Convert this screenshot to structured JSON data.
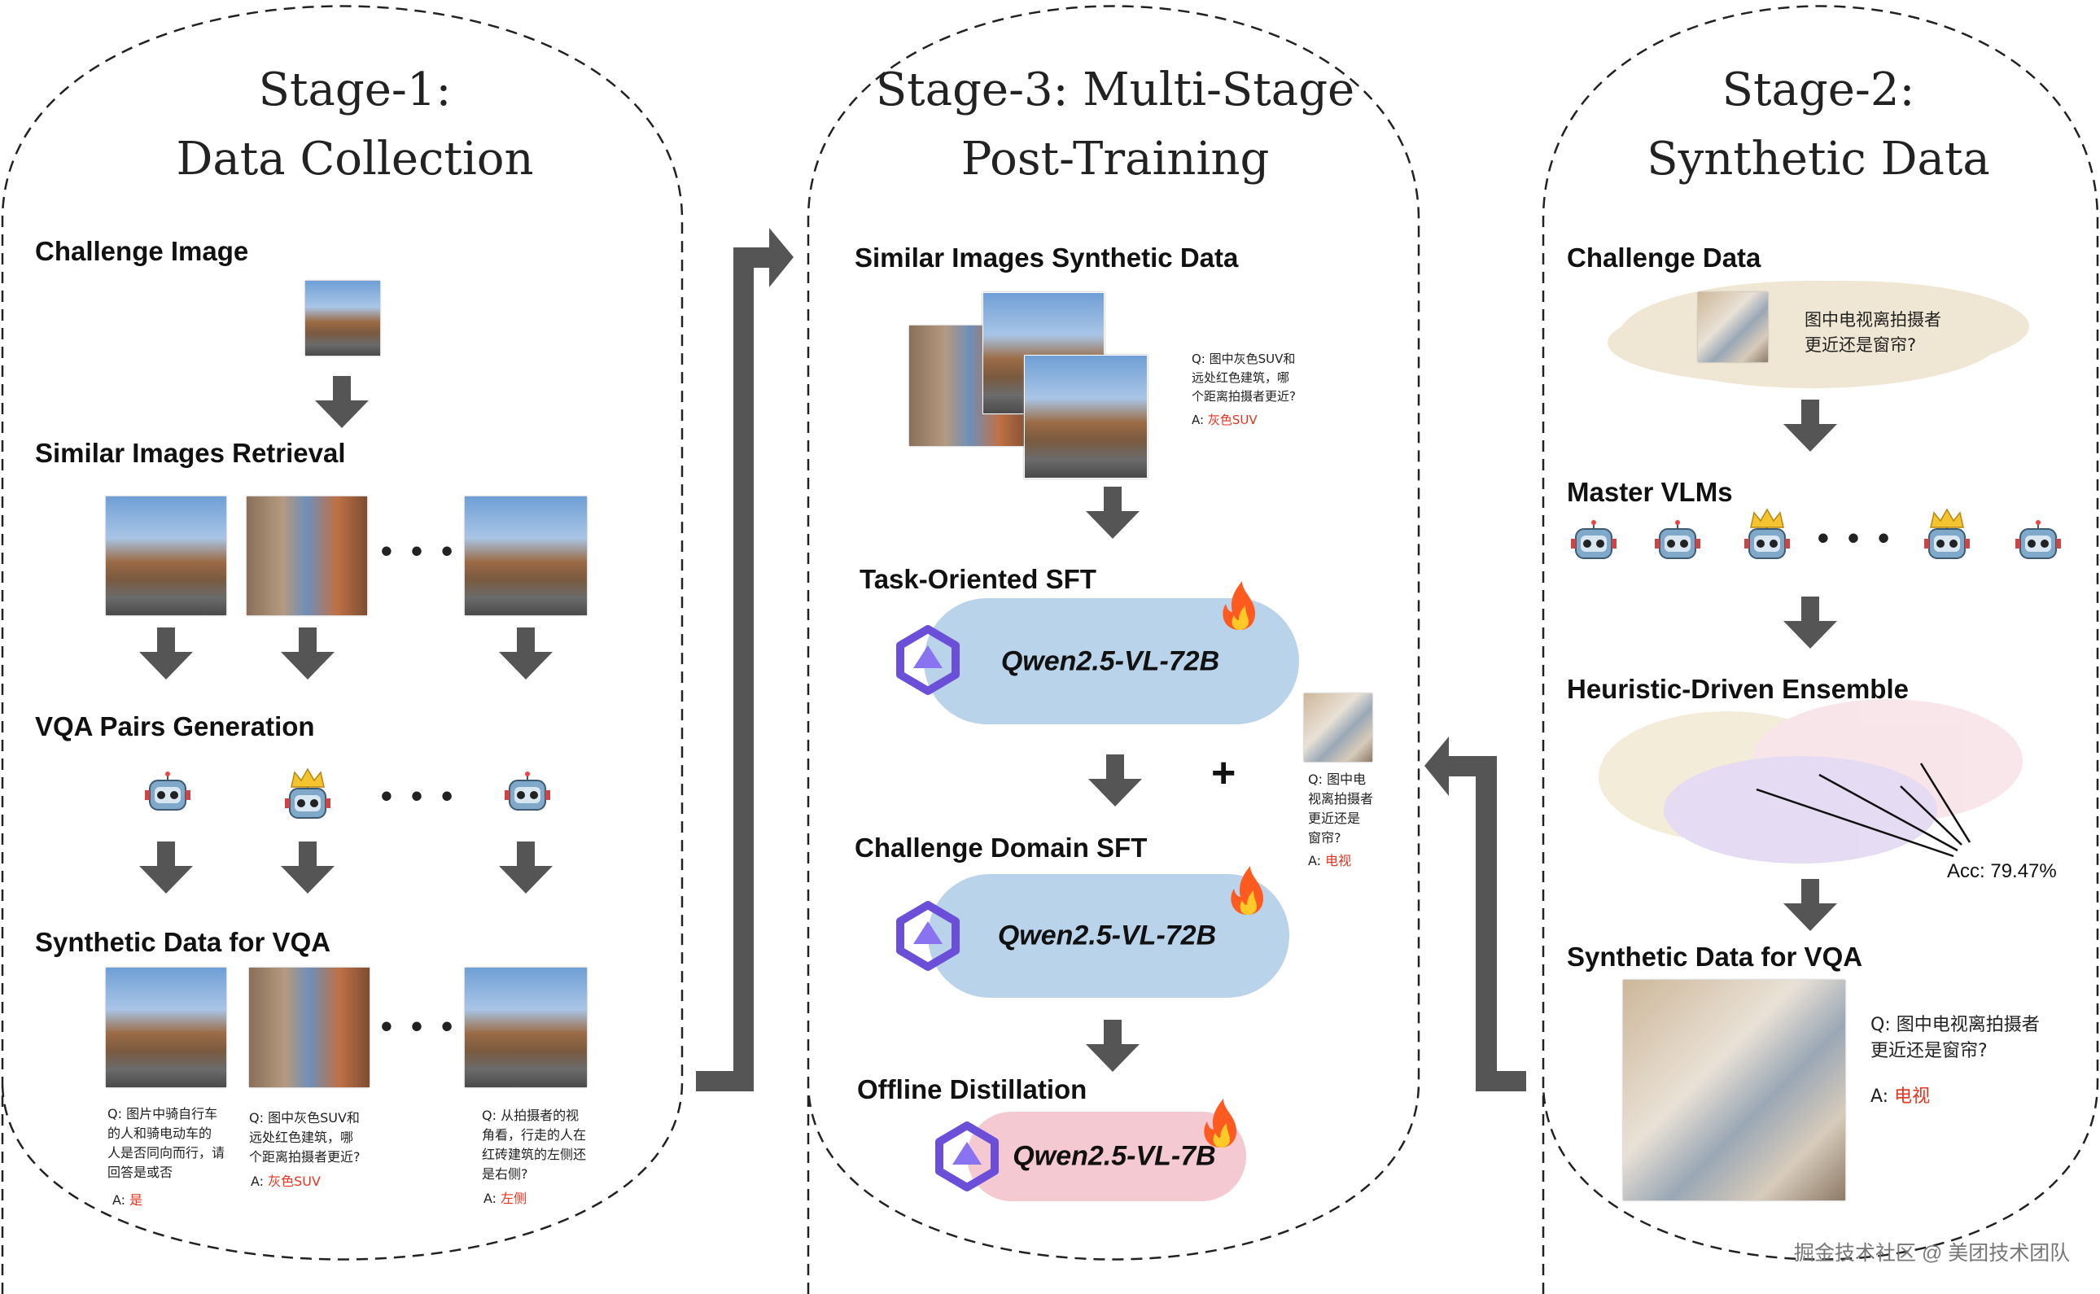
{
  "stage1": {
    "title_line1": "Stage-1:",
    "title_line2": "Data Collection",
    "challenge_image": "Challenge Image",
    "retrieval": "Similar Images Retrieval",
    "vqa_gen": "VQA Pairs Generation",
    "synthetic": "Synthetic Data for VQA",
    "ellipsis": "• • •",
    "qa": [
      {
        "q": "Q: 图片中骑自行车\n的人和骑电动车的\n人是否同向而行，请\n回答是或否",
        "a_label": "A: ",
        "a": "是"
      },
      {
        "q": "Q: 图中灰色SUV和\n远处红色建筑，哪\n个距离拍摄者更近?",
        "a_label": "A: ",
        "a": "灰色SUV"
      },
      {
        "q": "Q: 从拍摄者的视\n角看，行走的人在\n红砖建筑的左侧还\n是右侧?",
        "a_label": "A: ",
        "a": "左侧"
      }
    ]
  },
  "stage3": {
    "title_line1": "Stage-3: Multi-Stage",
    "title_line2": "Post-Training",
    "similar": "Similar Images Synthetic Data",
    "task_sft": "Task-Oriented SFT",
    "domain_sft": "Challenge Domain SFT",
    "distill": "Offline Distillation",
    "qa1": {
      "q": "Q: 图中灰色SUV和\n远处红色建筑，哪\n个距离拍摄者更近?",
      "a_label": "A: ",
      "a": "灰色SUV"
    },
    "qa2": {
      "q": "Q: 图中电\n视离拍摄者\n更近还是\n窗帘?",
      "a_label": "A: ",
      "a": "电视"
    },
    "plus": "+",
    "models": [
      "Qwen2.5-VL-72B",
      "Qwen2.5-VL-72B",
      "Qwen2.5-VL-7B"
    ]
  },
  "stage2": {
    "title_line1": "Stage-2:",
    "title_line2": "Synthetic Data",
    "challenge_data": "Challenge Data",
    "challenge_q": "图中电视离拍摄者\n更近还是窗帘?",
    "master": "Master VLMs",
    "ensemble": "Heuristic-Driven Ensemble",
    "acc": "Acc: 79.47%",
    "synthetic": "Synthetic Data for VQA",
    "ellipsis": "• • •",
    "qa": {
      "q": "Q: 图中电视离拍摄者\n更近还是窗帘?",
      "a_label": "A: ",
      "a": "电视"
    }
  },
  "watermark": "掘金技术社区 @ 美团技术团队",
  "colors": {
    "arrow": "#555555",
    "answer": "#e8321e",
    "pill_blue": "#b9d3ea",
    "pill_pink": "#f4c9d1",
    "cloud": "#efe7d3"
  }
}
